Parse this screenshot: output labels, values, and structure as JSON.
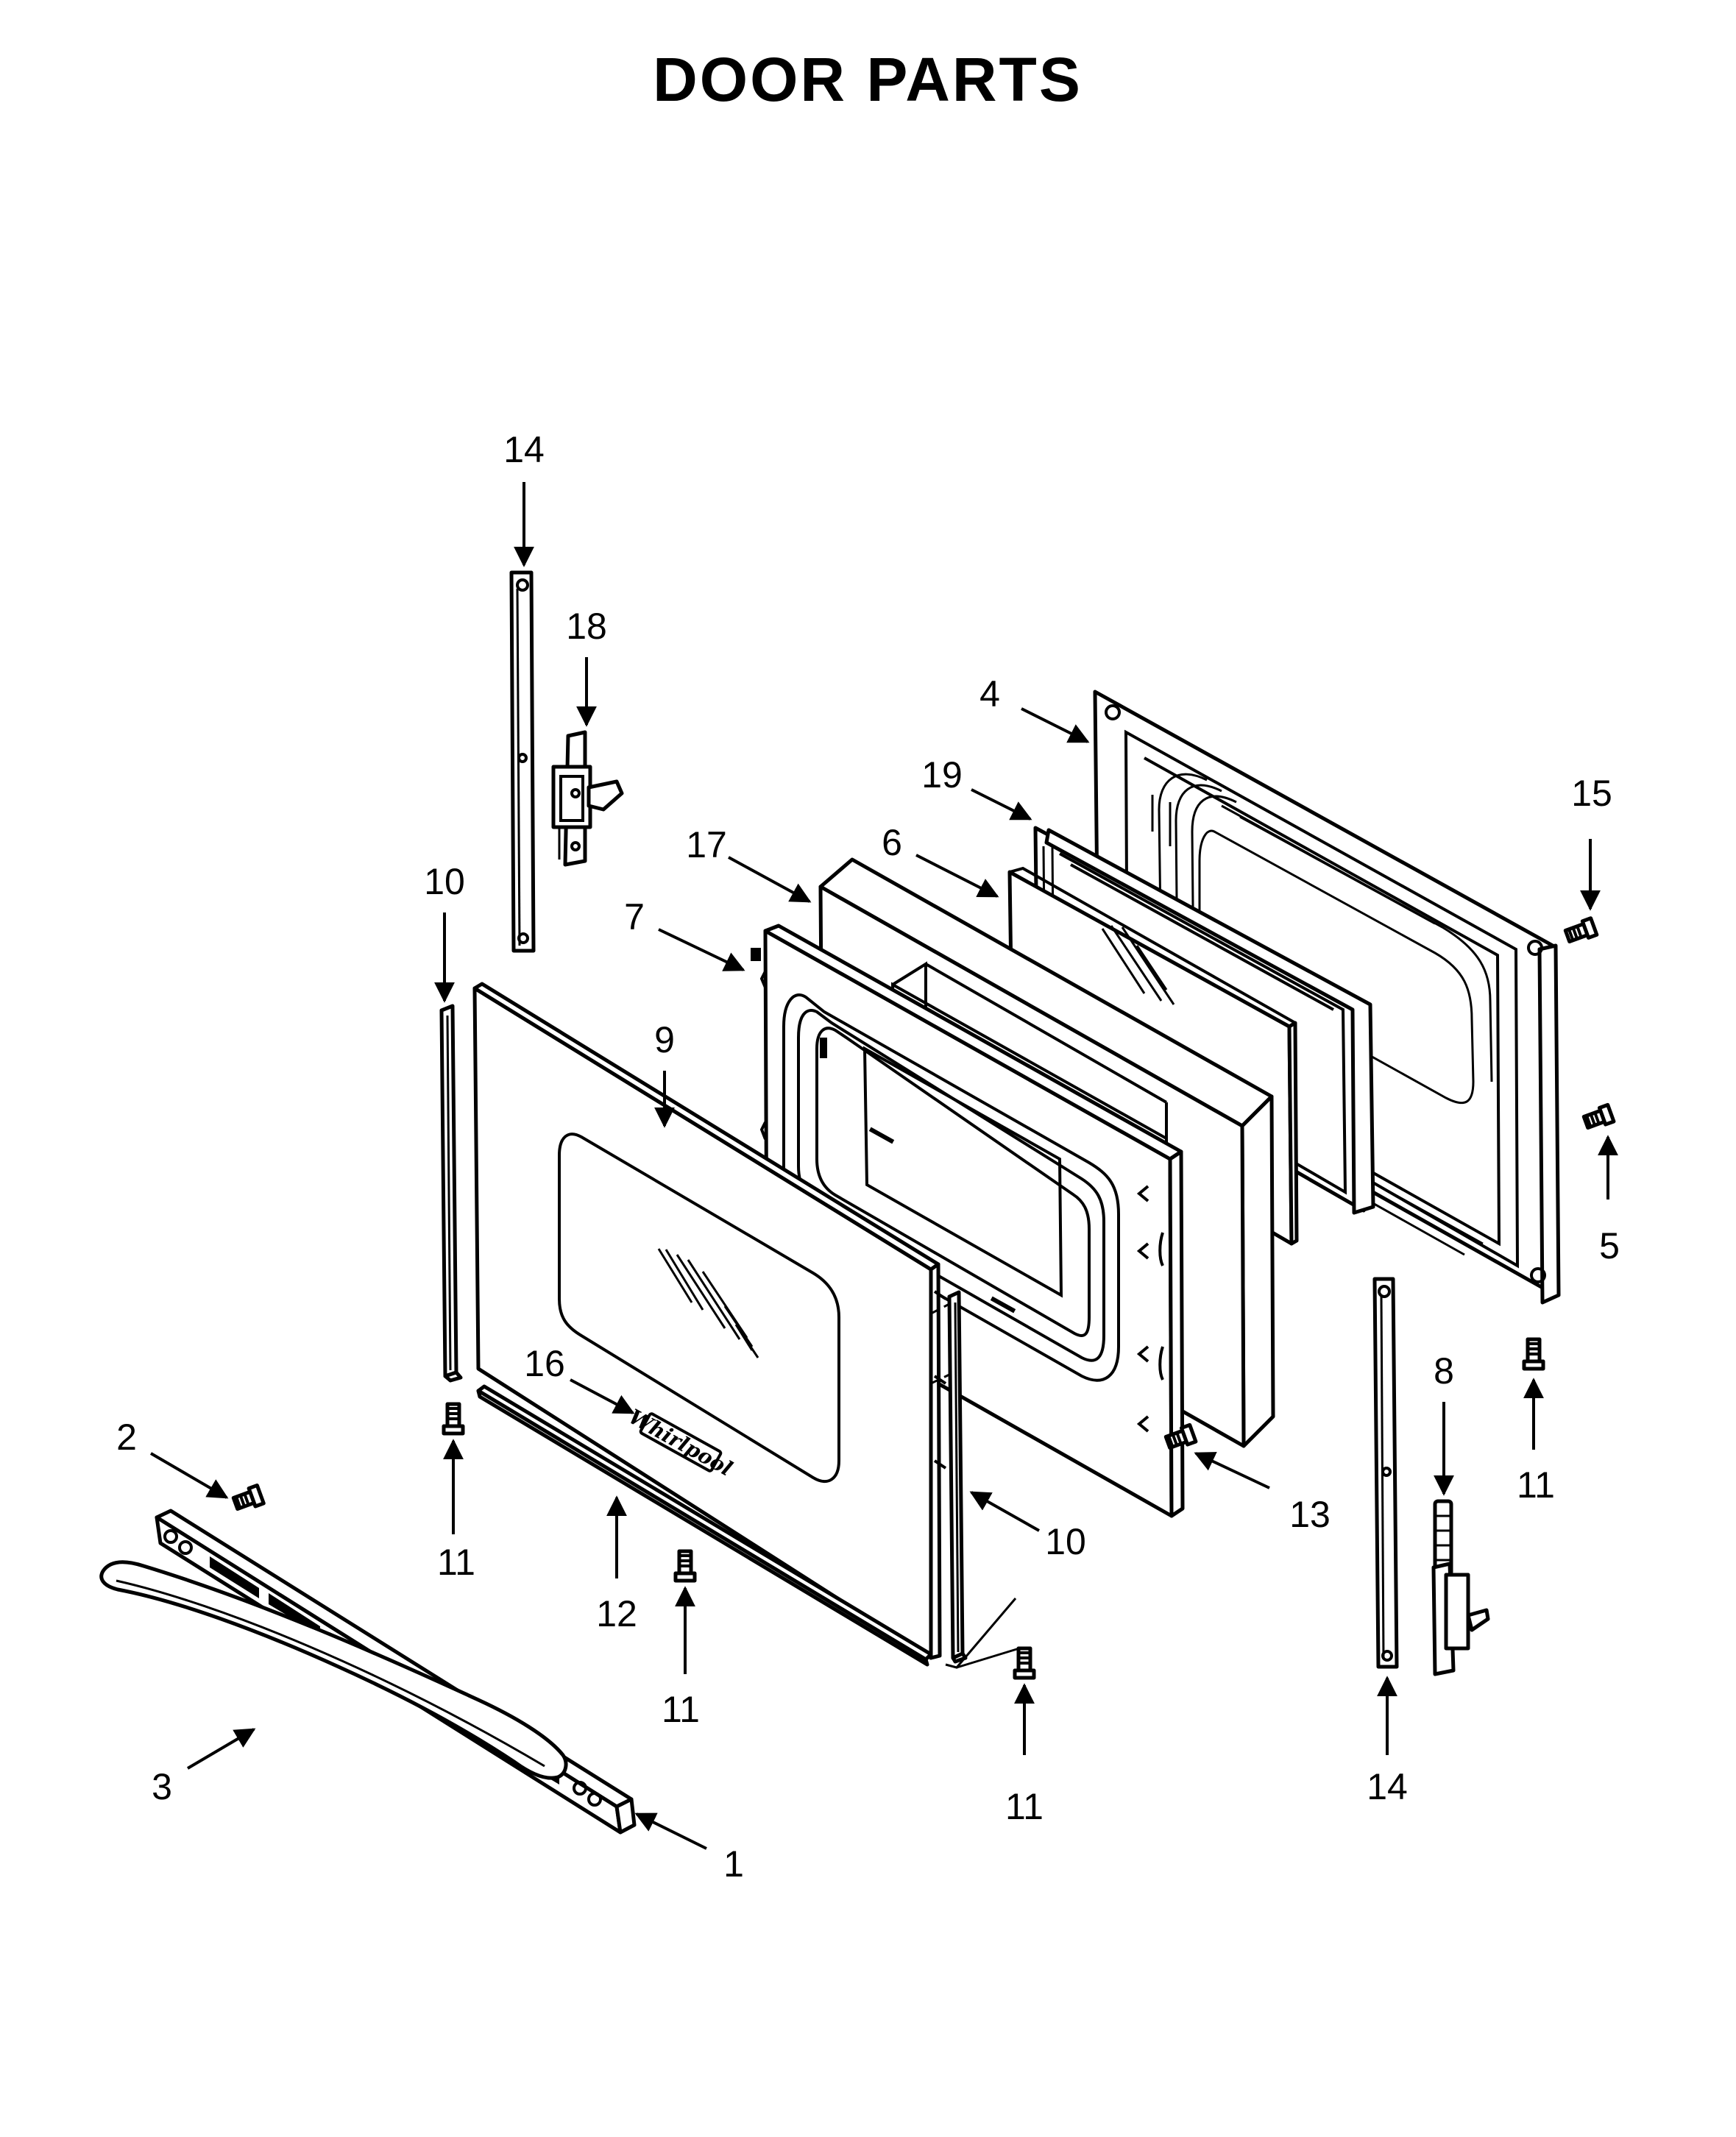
{
  "title": "DOOR PARTS",
  "callouts": {
    "c1": "1",
    "c2": "2",
    "c3": "3",
    "c4": "4",
    "c5": "5",
    "c6": "6",
    "c7": "7",
    "c8": "8",
    "c9": "9",
    "c10a": "10",
    "c10b": "10",
    "c11a": "11",
    "c11b": "11",
    "c11c": "11",
    "c11d": "11",
    "c12": "12",
    "c13": "13",
    "c14a": "14",
    "c14b": "14",
    "c15": "15",
    "c16": "16",
    "c17": "17",
    "c18": "18",
    "c19": "19"
  },
  "logo_text": "Whirlpool"
}
